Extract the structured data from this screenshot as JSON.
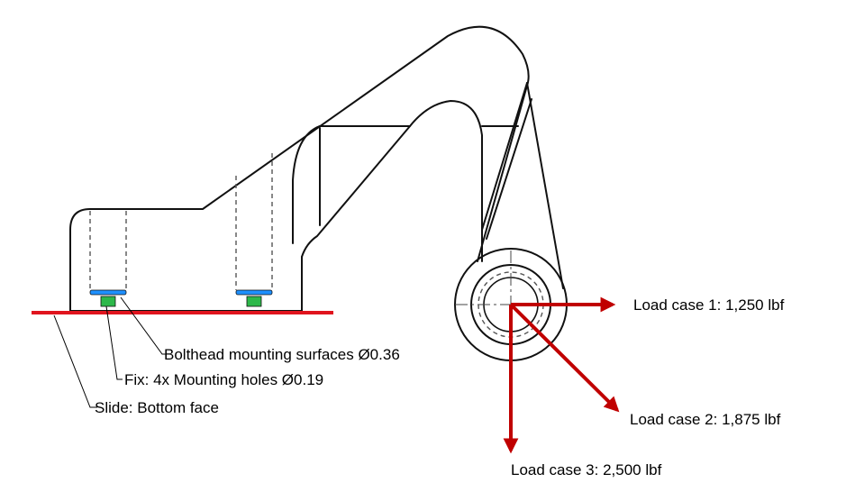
{
  "colors": {
    "outline": "#111111",
    "hidden_line": "#555555",
    "ground_line": "#e0141e",
    "load_arrow": "#c00000",
    "bolthead_surface": "#1e90ff",
    "mounting_hole": "#2db84a",
    "leader": "#000000"
  },
  "annotations": {
    "bolthead": "Bolthead mounting surfaces Ø0.36",
    "fix": "Fix: 4x Mounting holes Ø0.19",
    "slide": "Slide: Bottom face"
  },
  "loads": {
    "case1": "Load case 1: 1,250 lbf",
    "case2": "Load case 2: 1,875 lbf",
    "case3": "Load case 3: 2,500 lbf"
  }
}
